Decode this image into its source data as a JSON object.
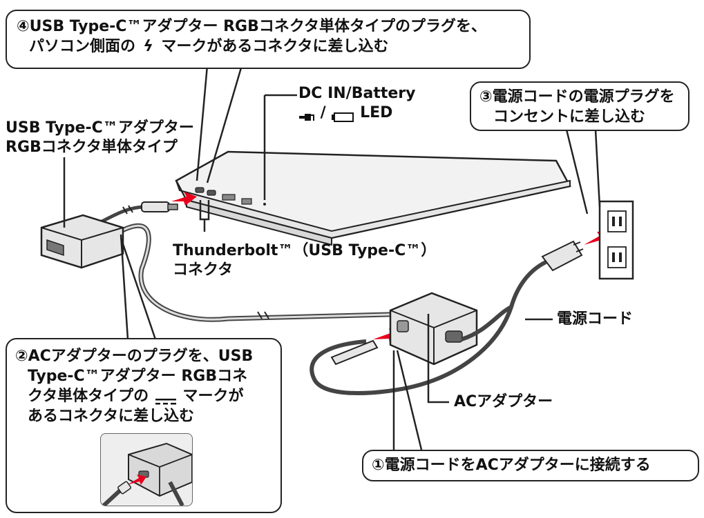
{
  "callouts": {
    "step4": {
      "line1": "④USB Type-C™アダプター RGBコネクタ単体タイプのプラグを、",
      "line2_pre": "パソコン側面の",
      "line2_post": "マークがあるコネクタに差し込む",
      "symbol": "lightning-bolt-icon"
    },
    "step3": {
      "line1": "③電源コードの電源プラグを",
      "line2": "コンセントに差し込む"
    },
    "step2": {
      "line1": "②ACアダプターのプラグを、USB",
      "line2": "Type-C™アダプター RGBコネ",
      "line3_pre": "クタ単体タイプの",
      "line3_post": "マークが",
      "line4": "あるコネクタに差し込む",
      "symbol": "dc-power-icon"
    },
    "step1": {
      "text": "①電源コードをACアダプターに接続する"
    }
  },
  "labels": {
    "dc_in_line1": "DC IN/Battery",
    "dc_in_line2": "LED",
    "dc_in_icons": [
      "plug-icon",
      "battery-icon"
    ],
    "dc_in_slash": "/",
    "usb_adapter_line1": "USB Type-C™アダプター",
    "usb_adapter_line2": "RGBコネクタ単体タイプ",
    "thunderbolt_line1": "Thunderbolt™（USB Type-C™）",
    "thunderbolt_line2": "コネクタ",
    "power_cord": "電源コード",
    "ac_adapter": "ACアダプター"
  },
  "colors": {
    "accent_arrow": "#e8001c",
    "outline": "#222222",
    "device_fill": "#e6e6e6"
  }
}
